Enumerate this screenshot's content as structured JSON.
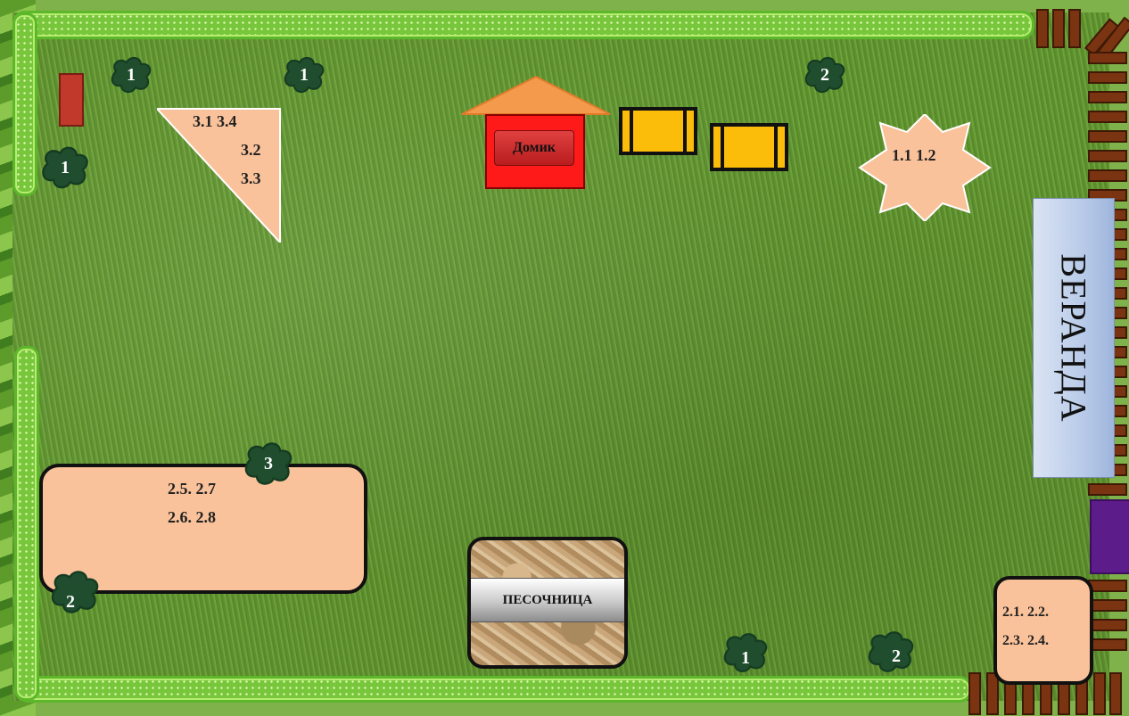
{
  "colors": {
    "zone_fill": "#f9c29a",
    "house_body": "#ff1a1a",
    "roof": "#f39a4c",
    "bench": "#fbbd0a",
    "veranda": "#b9cbe9",
    "fence": "#7a3412",
    "border": "#77c63b",
    "purple_block": "#5c1c8a"
  },
  "icons": [
    "bush-icon",
    "house-roof-icon",
    "bench-icon",
    "star-icon",
    "fence-icon"
  ],
  "bushes": {
    "b1": "1",
    "b2": "1",
    "b3": "1",
    "b4": "2",
    "b5": "3",
    "b6": "2",
    "b7": "1",
    "b8": "2"
  },
  "triangle_zone": {
    "line1": "3.1   3.4",
    "line2": "3.2",
    "line3": "3.3"
  },
  "house": {
    "label": "Домик"
  },
  "star_zone": {
    "label": "1.1  1.2"
  },
  "veranda": {
    "label": "ВЕРАНДА"
  },
  "left_zone": {
    "line1": "2.5.  2.7",
    "line2": "2.6.  2.8"
  },
  "sandbox": {
    "label": "ПЕСОЧНИЦА"
  },
  "corner_zone": {
    "line1": "2.1.  2.2.",
    "line2": "2.3.  2.4."
  }
}
